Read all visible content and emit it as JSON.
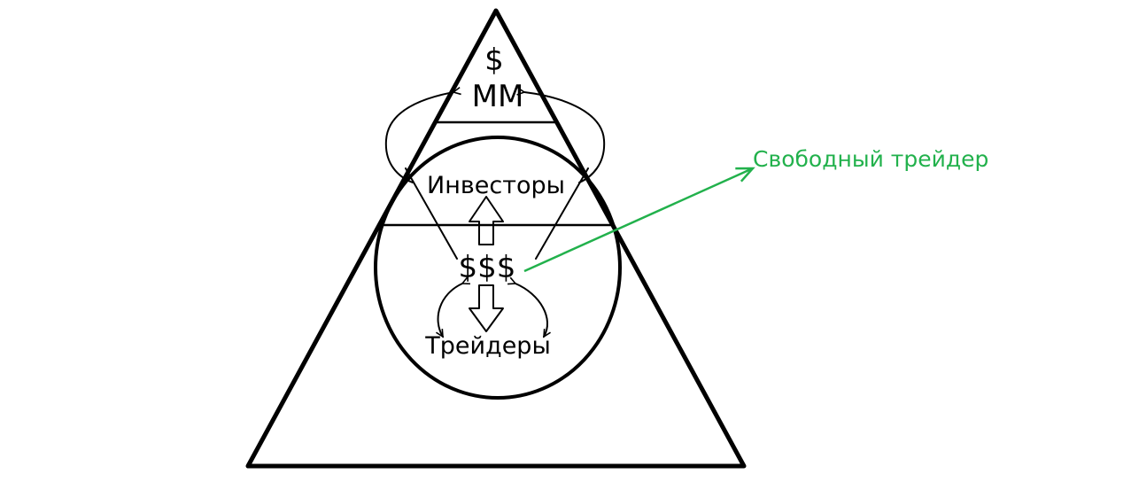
{
  "labels": {
    "top_dollar": "$",
    "mm": "MM",
    "investors": "Инвесторы",
    "center_dollars": "$$$",
    "traders": "Трейдеры",
    "free_trader": "Свободный трейдер"
  },
  "colors": {
    "line": "#000000",
    "free_trader": "#22b14c",
    "background": "#ffffff"
  }
}
